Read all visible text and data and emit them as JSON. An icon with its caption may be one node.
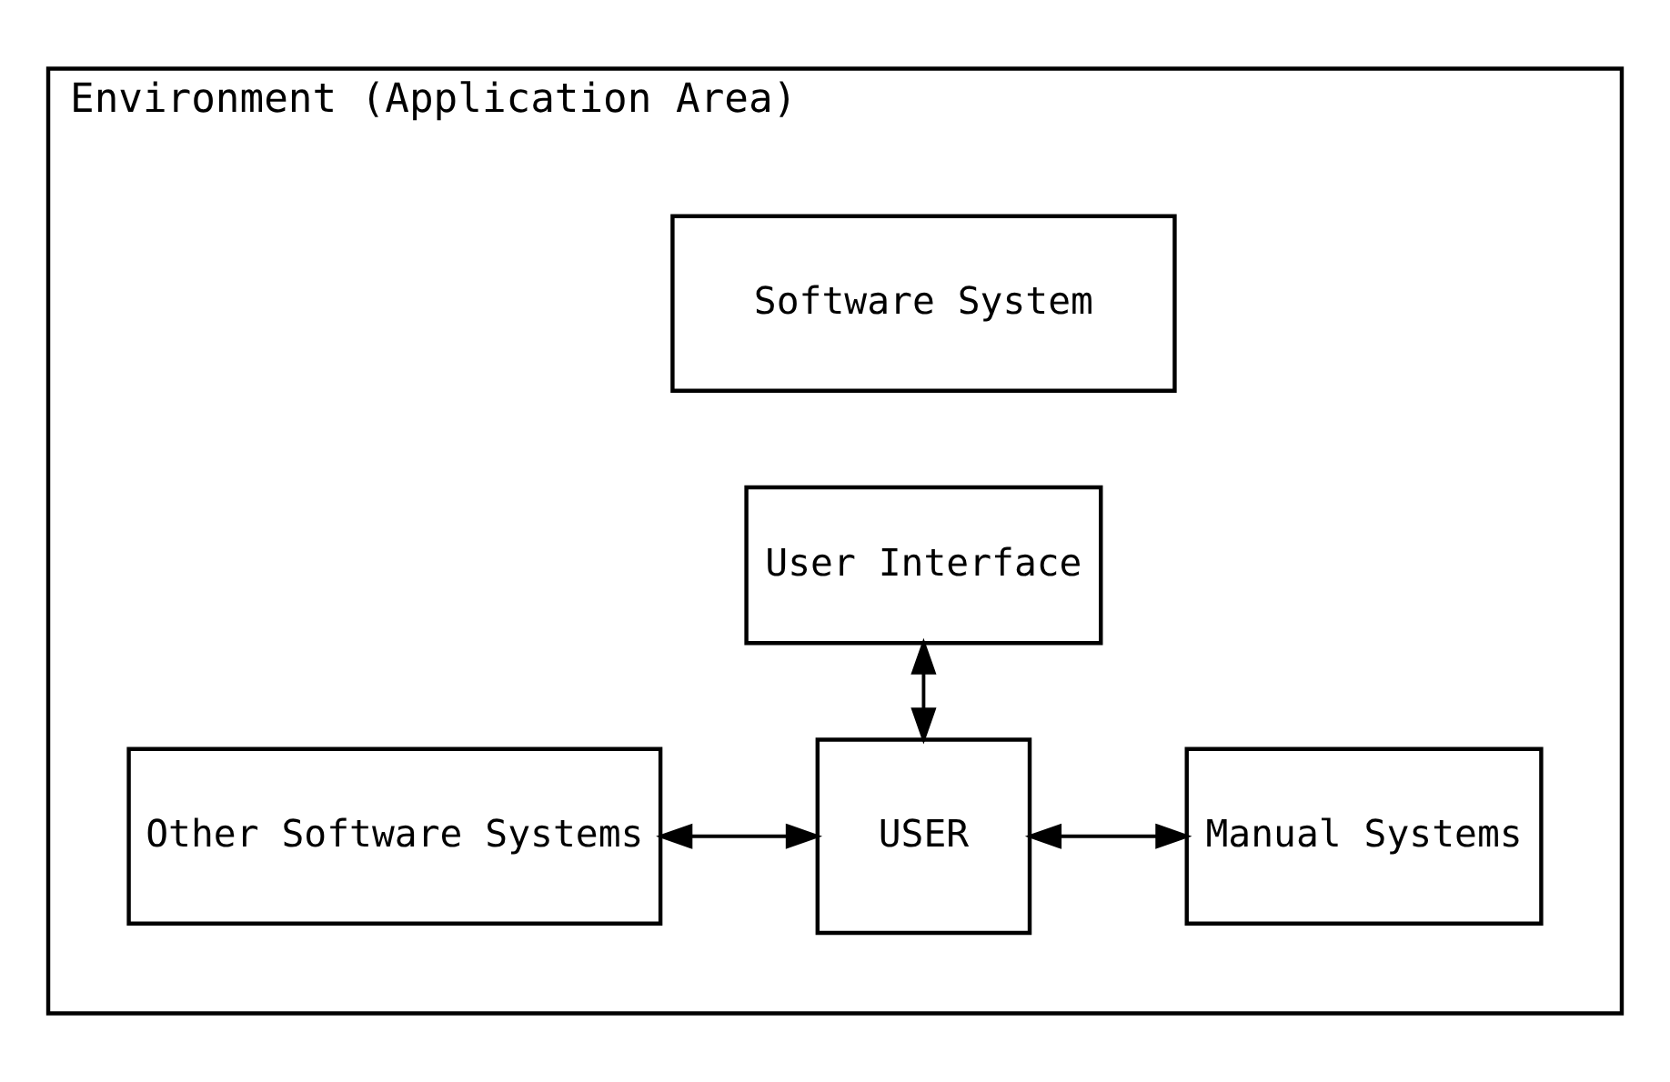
{
  "diagram": {
    "nodes": [
      {
        "text": [
          "Environment (Application Area)"
        ]
      },
      {
        "text": [
          "Software System"
        ],
        "in": 0
      },
      {
        "text": [
          "User Interface"
        ],
        "in": 0
      },
      {
        "text": [
          "Other Software Systems"
        ],
        "in": 0
      },
      {
        "text": [
          "USER"
        ],
        "in": 0
      },
      {
        "text": [
          "Manual Systems"
        ],
        "in": 0
      }
    ],
    "edges": [
      {
        "from": 2,
        "to": 4,
        "arrow": "both"
      },
      {
        "from": 3,
        "to": 4,
        "arrow": "both"
      },
      {
        "from": 4,
        "to": 5,
        "arrow": "both"
      }
    ]
  }
}
